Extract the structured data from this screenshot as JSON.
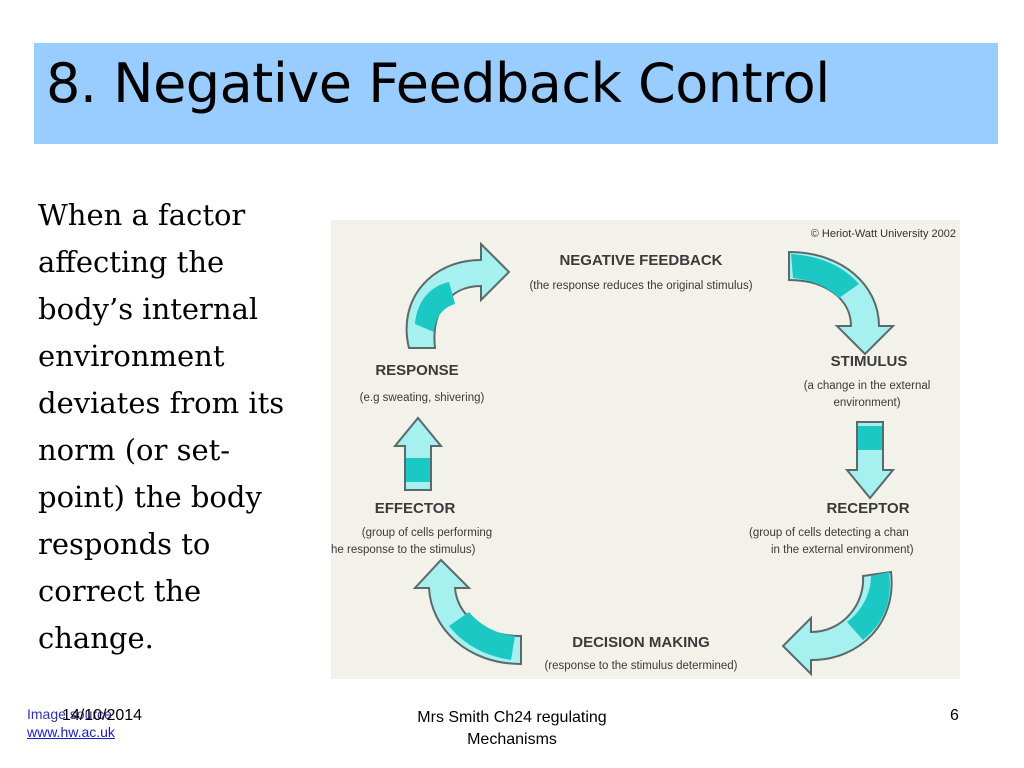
{
  "slide": {
    "title": "8. Negative Feedback Control",
    "body_lines": [
      "When a factor",
      "affecting the",
      "body’s internal",
      "environment",
      "deviates from its",
      "norm (or set-",
      "point) the body",
      "responds to",
      "correct the",
      "change."
    ]
  },
  "diagram": {
    "copyright": "© Heriot-Watt University 2002",
    "negative_feedback": {
      "heading": "NEGATIVE FEEDBACK",
      "sub": "(the response reduces the original stimulus)"
    },
    "stimulus": {
      "heading": "STIMULUS",
      "sub1": "(a change in the external",
      "sub2": "environment)"
    },
    "receptor": {
      "heading": "RECEPTOR",
      "sub1": "(group of cells detecting a chan",
      "sub2": "in the external environment)"
    },
    "decision": {
      "heading": "DECISION MAKING",
      "sub": "(response to the stimulus determined)"
    },
    "effector": {
      "heading": "EFFECTOR",
      "sub1": "(group of cells performing",
      "sub2": "he response to the stimulus)"
    },
    "response": {
      "heading": "RESPONSE",
      "sub": "(e.g sweating, shivering)"
    },
    "colors": {
      "arrow_fill": "#a6f0f0",
      "arrow_band": "#1cc8c4",
      "arrow_outline": "#5a6a6a",
      "background": "#f2f1ea"
    }
  },
  "footer": {
    "image_source_label": "Image source",
    "image_source_link": "www.hw.ac.uk",
    "date": "14/10/2014",
    "center_line1": "Mrs Smith Ch24 regulating",
    "center_line2": "Mechanisms",
    "page_number": "6"
  }
}
